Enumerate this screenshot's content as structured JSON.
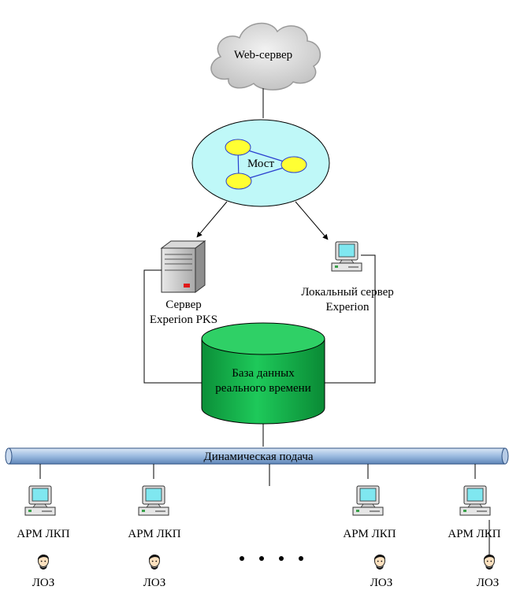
{
  "cloud": {
    "label": "Web-сервер"
  },
  "bridge": {
    "label": "Мост"
  },
  "server_pks": {
    "line1": "Сервер",
    "line2": "Experion PKS"
  },
  "local_server": {
    "line1": "Локальный сервер",
    "line2": "Experion"
  },
  "database": {
    "line1": "База данных",
    "line2": "реального времени"
  },
  "bus": {
    "label": "Динамическая подача"
  },
  "workstations": [
    {
      "label": "АРМ ЛКП",
      "operator": "ЛОЗ"
    },
    {
      "label": "АРМ ЛКП",
      "operator": "ЛОЗ"
    },
    {
      "label": "АРМ ЛКП",
      "operator": "ЛОЗ"
    },
    {
      "label": "АРМ ЛКП",
      "operator": "ЛОЗ"
    }
  ],
  "colors": {
    "cloud": "#cfcfcf",
    "bridge": "#bff8f8",
    "node": "#ffff33",
    "db": "#12b048",
    "bus": "#9bbbe0",
    "screen": "#7fe7f0"
  }
}
